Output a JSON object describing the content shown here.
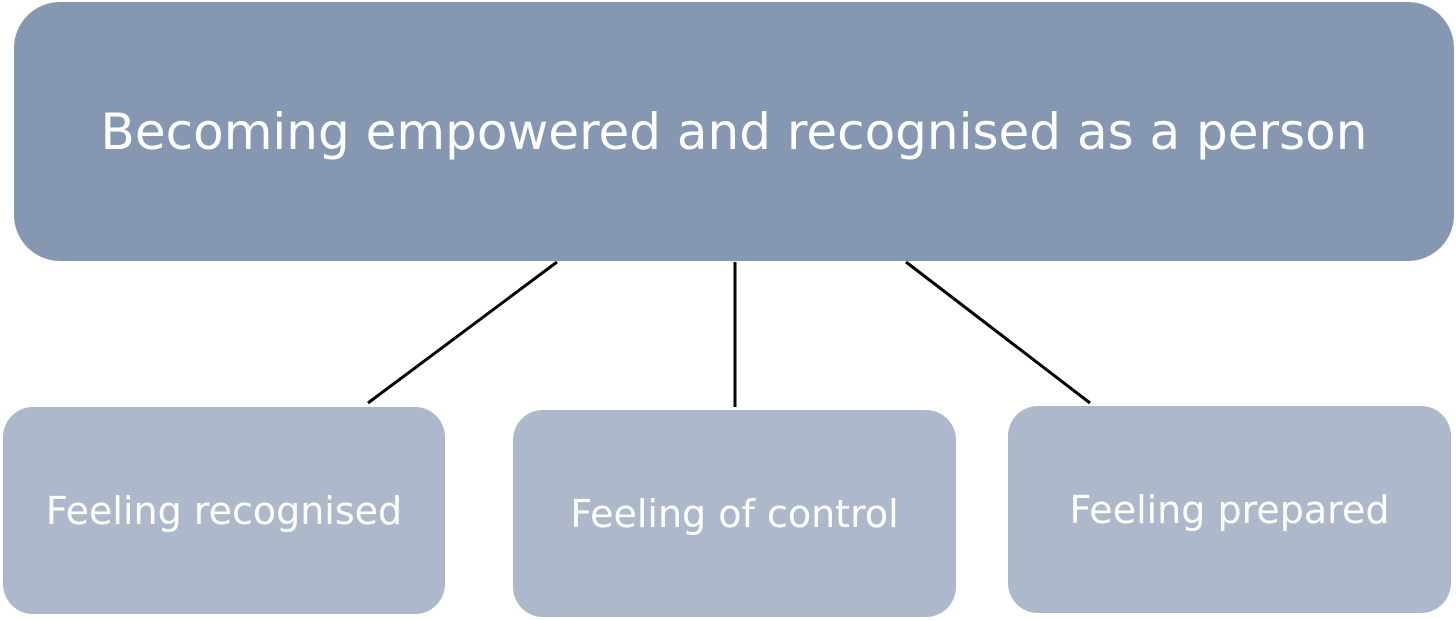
{
  "diagram": {
    "root": {
      "label": "Becoming empowered and recognised as a person"
    },
    "children": [
      {
        "label": "Feeling recognised"
      },
      {
        "label": "Feeling of control"
      },
      {
        "label": "Feeling prepared"
      }
    ]
  },
  "colors": {
    "root_fill": "#8597b1",
    "child_fill": "#adb9cb",
    "text": "#ffffff",
    "connector": "#000000"
  }
}
